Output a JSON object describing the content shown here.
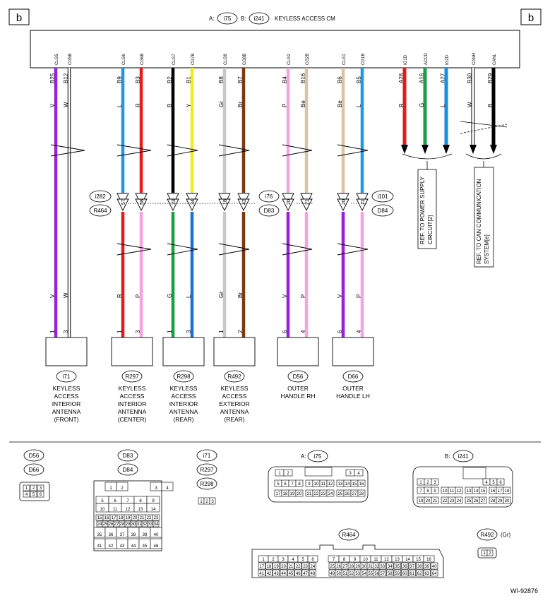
{
  "header": {
    "corner_left": "b",
    "corner_right": "b",
    "prefix_a": "A:",
    "conn_a": "i75",
    "prefix_b": "B:",
    "conn_b": "i241",
    "title": "KEYLESS ACCESS CM"
  },
  "wires": [
    {
      "id": "w1",
      "pin": "B25",
      "sig": "CLG5",
      "top_color": "V",
      "bottom_color": "V",
      "stroke": "#9b1fd8",
      "bottom_stroke": "#9b1fd8",
      "end_pin": "1"
    },
    {
      "id": "w2",
      "pin": "B12",
      "sig": "CG5B",
      "top_color": "W",
      "bottom_color": "W",
      "stroke": "",
      "bottom_stroke": "",
      "end_pin": "3"
    },
    {
      "id": "w3",
      "pin": "B9",
      "sig": "CLG6",
      "top_color": "L",
      "bottom_color": "R",
      "stroke": "#2196e8",
      "bottom_stroke": "#e31b1b",
      "end_pin": "1",
      "splice_pin": "57"
    },
    {
      "id": "w4",
      "pin": "B3",
      "sig": "CG6B",
      "top_color": "R",
      "bottom_color": "P",
      "stroke": "#e31b1b",
      "bottom_stroke": "#f5a3e0",
      "end_pin": "3",
      "splice_pin": "58"
    },
    {
      "id": "w5",
      "pin": "B2",
      "sig": "CLG7",
      "top_color": "B",
      "bottom_color": "G",
      "stroke": "#000000",
      "bottom_stroke": "#1a9e46",
      "end_pin": "1",
      "splice_pin": "33"
    },
    {
      "id": "w6",
      "pin": "B1",
      "sig": "CG7B",
      "top_color": "Y",
      "bottom_color": "L",
      "stroke": "#f2ea1a",
      "bottom_stroke": "#1b6fd8",
      "end_pin": "3",
      "splice_pin": "34"
    },
    {
      "id": "w7",
      "pin": "B8",
      "sig": "CLG8",
      "top_color": "Gr",
      "bottom_color": "Gr",
      "stroke": "#c8c8c8",
      "bottom_stroke": "#c8c8c8",
      "end_pin": "1",
      "splice_pin": "18"
    },
    {
      "id": "w8",
      "pin": "B7",
      "sig": "CG8B",
      "top_color": "Br",
      "bottom_color": "Br",
      "stroke": "#7a3a12",
      "bottom_stroke": "#7a3a12",
      "end_pin": "2",
      "splice_pin": "42"
    },
    {
      "id": "w9",
      "pin": "B4",
      "sig": "CLG2",
      "top_color": "P",
      "bottom_color": "V",
      "stroke": "#f5a3e0",
      "bottom_stroke": "#9b1fd8",
      "end_pin": "6",
      "splice_pin": "20"
    },
    {
      "id": "w10",
      "pin": "B16",
      "sig": "CG2B",
      "top_color": "Be",
      "bottom_color": "P",
      "stroke": "#d8c3a5",
      "bottom_stroke": "#f5a3e0",
      "end_pin": "4",
      "splice_pin": "21"
    },
    {
      "id": "w11",
      "pin": "B6",
      "sig": "CLG1",
      "top_color": "Be",
      "bottom_color": "V",
      "stroke": "#d8c3a5",
      "bottom_stroke": "#9b1fd8",
      "end_pin": "6",
      "splice_pin": "20"
    },
    {
      "id": "w12",
      "pin": "B5",
      "sig": "CG1B",
      "top_color": "L",
      "bottom_color": "P",
      "stroke": "#1a9be6",
      "bottom_stroke": "#f5a3e0",
      "end_pin": "4",
      "splice_pin": "21"
    },
    {
      "id": "w13",
      "pin": "A28",
      "sig": "IG1D",
      "top_color": "R",
      "stroke": "#e31b1b"
    },
    {
      "id": "w14",
      "pin": "A16",
      "sig": "ACCD",
      "top_color": "G",
      "stroke": "#1a9e46"
    },
    {
      "id": "w15",
      "pin": "A27",
      "sig": "IG2D",
      "top_color": "L",
      "stroke": "#1a8ee6"
    },
    {
      "id": "w16",
      "pin": "B30",
      "sig": "CANH",
      "top_color": "W",
      "stroke": ""
    },
    {
      "id": "w17",
      "pin": "B29",
      "sig": "CANL",
      "top_color": "B",
      "stroke": "#000000"
    }
  ],
  "splice_labels": {
    "i282": "i282",
    "R464": "R464",
    "i76": "i76",
    "D83": "D83",
    "i101": "i101",
    "D84": "D84"
  },
  "refs": {
    "power": "REF. TO POWER SUPPLY CIRCUIT[2]",
    "power_line1": "REF. TO POWER SUPPLY",
    "power_line2": "CIRCUIT[2]",
    "can_line1": "REF. TO CAN COMMUNICATION",
    "can_line2": "SYSTEM[e]"
  },
  "components": [
    {
      "conn": "i71",
      "lines": [
        "KEYLESS",
        "ACCESS",
        "INTERIOR",
        "ANTENNA",
        "(FRONT)"
      ]
    },
    {
      "conn": "R297",
      "lines": [
        "KEYLESS",
        "ACCESS",
        "INTERIOR",
        "ANTENNA",
        "(CENTER)"
      ]
    },
    {
      "conn": "R298",
      "lines": [
        "KEYLESS",
        "ACCESS",
        "INTERIOR",
        "ANTENNA",
        "(REAR)"
      ]
    },
    {
      "conn": "R492",
      "lines": [
        "KEYLESS",
        "ACCESS",
        "EXTERIOR",
        "ANTENNA",
        "(REAR)"
      ]
    },
    {
      "conn": "D56",
      "lines": [
        "OUTER",
        "HANDLE RH"
      ]
    },
    {
      "conn": "D66",
      "lines": [
        "OUTER",
        "HANDLE LH"
      ]
    }
  ],
  "connectors": {
    "d56": "D56",
    "d66": "D66",
    "d56_pins": [
      "1",
      "2",
      "3",
      "4",
      "5",
      "6"
    ],
    "d83": "D83",
    "d84": "D84",
    "d83_rows": [
      [
        "1",
        "2",
        "3",
        "4"
      ],
      [
        "5",
        "6",
        "7",
        "8",
        "9"
      ],
      [
        "10",
        "11",
        "12",
        "13",
        "14"
      ],
      [
        "15",
        "16",
        "17",
        "18",
        "19",
        "20",
        "21",
        "22",
        "23"
      ],
      [
        "24",
        "25",
        "26",
        "27",
        "28",
        "29",
        "30",
        "31",
        "32",
        "33",
        "34"
      ],
      [
        "35",
        "36",
        "37",
        "38",
        "39",
        "40"
      ],
      [
        "41",
        "42",
        "43",
        "44",
        "45",
        "46"
      ]
    ],
    "i71": "i71",
    "r297": "R297",
    "r298": "R298",
    "i71_pins": [
      "1",
      "2",
      "3"
    ],
    "a_prefix": "A:",
    "i75": "i75",
    "i75_rows": [
      [
        "1",
        "2",
        "3",
        "4"
      ],
      [
        "5",
        "6",
        "7",
        "8",
        "9",
        "10",
        "11",
        "12",
        "13",
        "14",
        "15",
        "16"
      ],
      [
        "17",
        "18",
        "19",
        "20",
        "21",
        "22",
        "23",
        "24",
        "25",
        "26",
        "27",
        "28"
      ]
    ],
    "b_prefix": "B:",
    "i241": "i241",
    "i241_rows": [
      [
        "1",
        "2",
        "3",
        "4",
        "5",
        "6"
      ],
      [
        "7",
        "8",
        "9",
        "10",
        "11",
        "12",
        "13",
        "14",
        "15",
        "16",
        "17",
        "18"
      ],
      [
        "19",
        "20",
        "21",
        "22",
        "23",
        "24",
        "25",
        "26",
        "27",
        "28",
        "29",
        "30"
      ]
    ],
    "r464": "R464",
    "r464_rows": [
      [
        "1",
        "2",
        "3",
        "4",
        "5",
        "6",
        "7",
        "8",
        "9",
        "10",
        "11",
        "12",
        "13",
        "14",
        "15",
        "16"
      ],
      [
        "17",
        "18",
        "19",
        "20",
        "21",
        "22",
        "23",
        "24",
        "25",
        "26",
        "27",
        "28",
        "29",
        "30",
        "31",
        "32",
        "33",
        "34",
        "35",
        "36",
        "37",
        "38",
        "39",
        "40"
      ],
      [
        "41",
        "42",
        "43",
        "44",
        "45",
        "46",
        "47",
        "48",
        "49",
        "50",
        "51",
        "52",
        "53",
        "54",
        "55",
        "56",
        "57",
        "58",
        "59",
        "60",
        "61",
        "62",
        "63",
        "64"
      ]
    ],
    "r492": "R492",
    "r492_note": "(Gr)",
    "r492_pins": [
      "1",
      "2"
    ]
  },
  "footer": {
    "code": "WI-92876"
  }
}
